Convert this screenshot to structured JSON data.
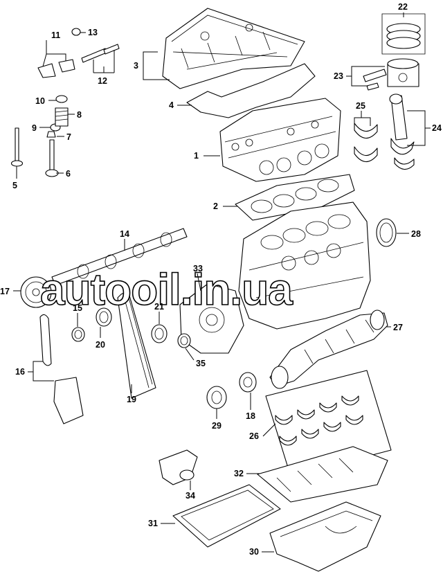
{
  "watermark": "autooil.in.ua",
  "callouts": [
    {
      "id": "c1",
      "text": "1"
    },
    {
      "id": "c2",
      "text": "2"
    },
    {
      "id": "c3",
      "text": "3"
    },
    {
      "id": "c4",
      "text": "4"
    },
    {
      "id": "c5",
      "text": "5"
    },
    {
      "id": "c6",
      "text": "6"
    },
    {
      "id": "c7",
      "text": "7"
    },
    {
      "id": "c8",
      "text": "8"
    },
    {
      "id": "c9",
      "text": "9"
    },
    {
      "id": "c10",
      "text": "10"
    },
    {
      "id": "c11",
      "text": "11"
    },
    {
      "id": "c12",
      "text": "12"
    },
    {
      "id": "c13",
      "text": "13"
    },
    {
      "id": "c14",
      "text": "14"
    },
    {
      "id": "c15",
      "text": "15"
    },
    {
      "id": "c16",
      "text": "16"
    },
    {
      "id": "c17",
      "text": "17"
    },
    {
      "id": "c18",
      "text": "18"
    },
    {
      "id": "c19",
      "text": "19"
    },
    {
      "id": "c20",
      "text": "20"
    },
    {
      "id": "c21",
      "text": "21"
    },
    {
      "id": "c22",
      "text": "22"
    },
    {
      "id": "c23",
      "text": "23"
    },
    {
      "id": "c24",
      "text": "24"
    },
    {
      "id": "c25",
      "text": "25"
    },
    {
      "id": "c26",
      "text": "26"
    },
    {
      "id": "c27",
      "text": "27"
    },
    {
      "id": "c28",
      "text": "28"
    },
    {
      "id": "c29",
      "text": "29"
    },
    {
      "id": "c30",
      "text": "30"
    },
    {
      "id": "c31",
      "text": "31"
    },
    {
      "id": "c32",
      "text": "32"
    },
    {
      "id": "c33",
      "text": "33"
    },
    {
      "id": "c34",
      "text": "34"
    },
    {
      "id": "c35",
      "text": "35"
    }
  ],
  "colors": {
    "line": "#000000",
    "background": "#ffffff"
  }
}
